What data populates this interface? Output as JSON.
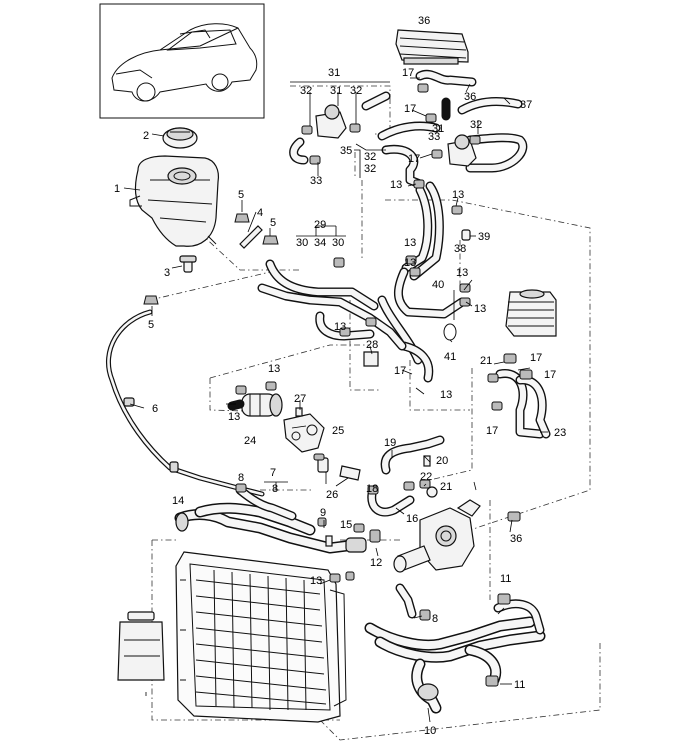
{
  "callouts": [
    "1",
    "2",
    "3",
    "4",
    "5",
    "5",
    "5",
    "6",
    "7",
    "8",
    "8",
    "8",
    "9",
    "10",
    "11",
    "11",
    "12",
    "13",
    "13",
    "13",
    "13",
    "13",
    "13",
    "13",
    "13",
    "13",
    "13",
    "13",
    "14",
    "15",
    "16",
    "17",
    "17",
    "17",
    "17",
    "17",
    "17",
    "17",
    "18",
    "19",
    "20",
    "21",
    "21",
    "22",
    "23",
    "24",
    "25",
    "26",
    "27",
    "28",
    "29",
    "30",
    "30",
    "31",
    "31",
    "31",
    "32",
    "32",
    "32",
    "32",
    "32",
    "33",
    "33",
    "34",
    "35",
    "36",
    "36",
    "36",
    "37",
    "38",
    "39",
    "40",
    "41"
  ],
  "colors": {
    "ink": "#111111",
    "fill": "#f3f3f3",
    "dash": "#333333"
  }
}
